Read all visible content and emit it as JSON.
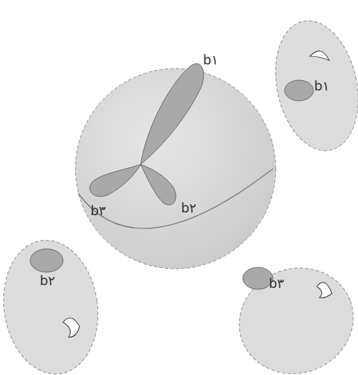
{
  "diagram": {
    "labels": [
      "b۱",
      "b۳",
      "b۲",
      "b۱",
      "b۲",
      "b۳"
    ]
  }
}
